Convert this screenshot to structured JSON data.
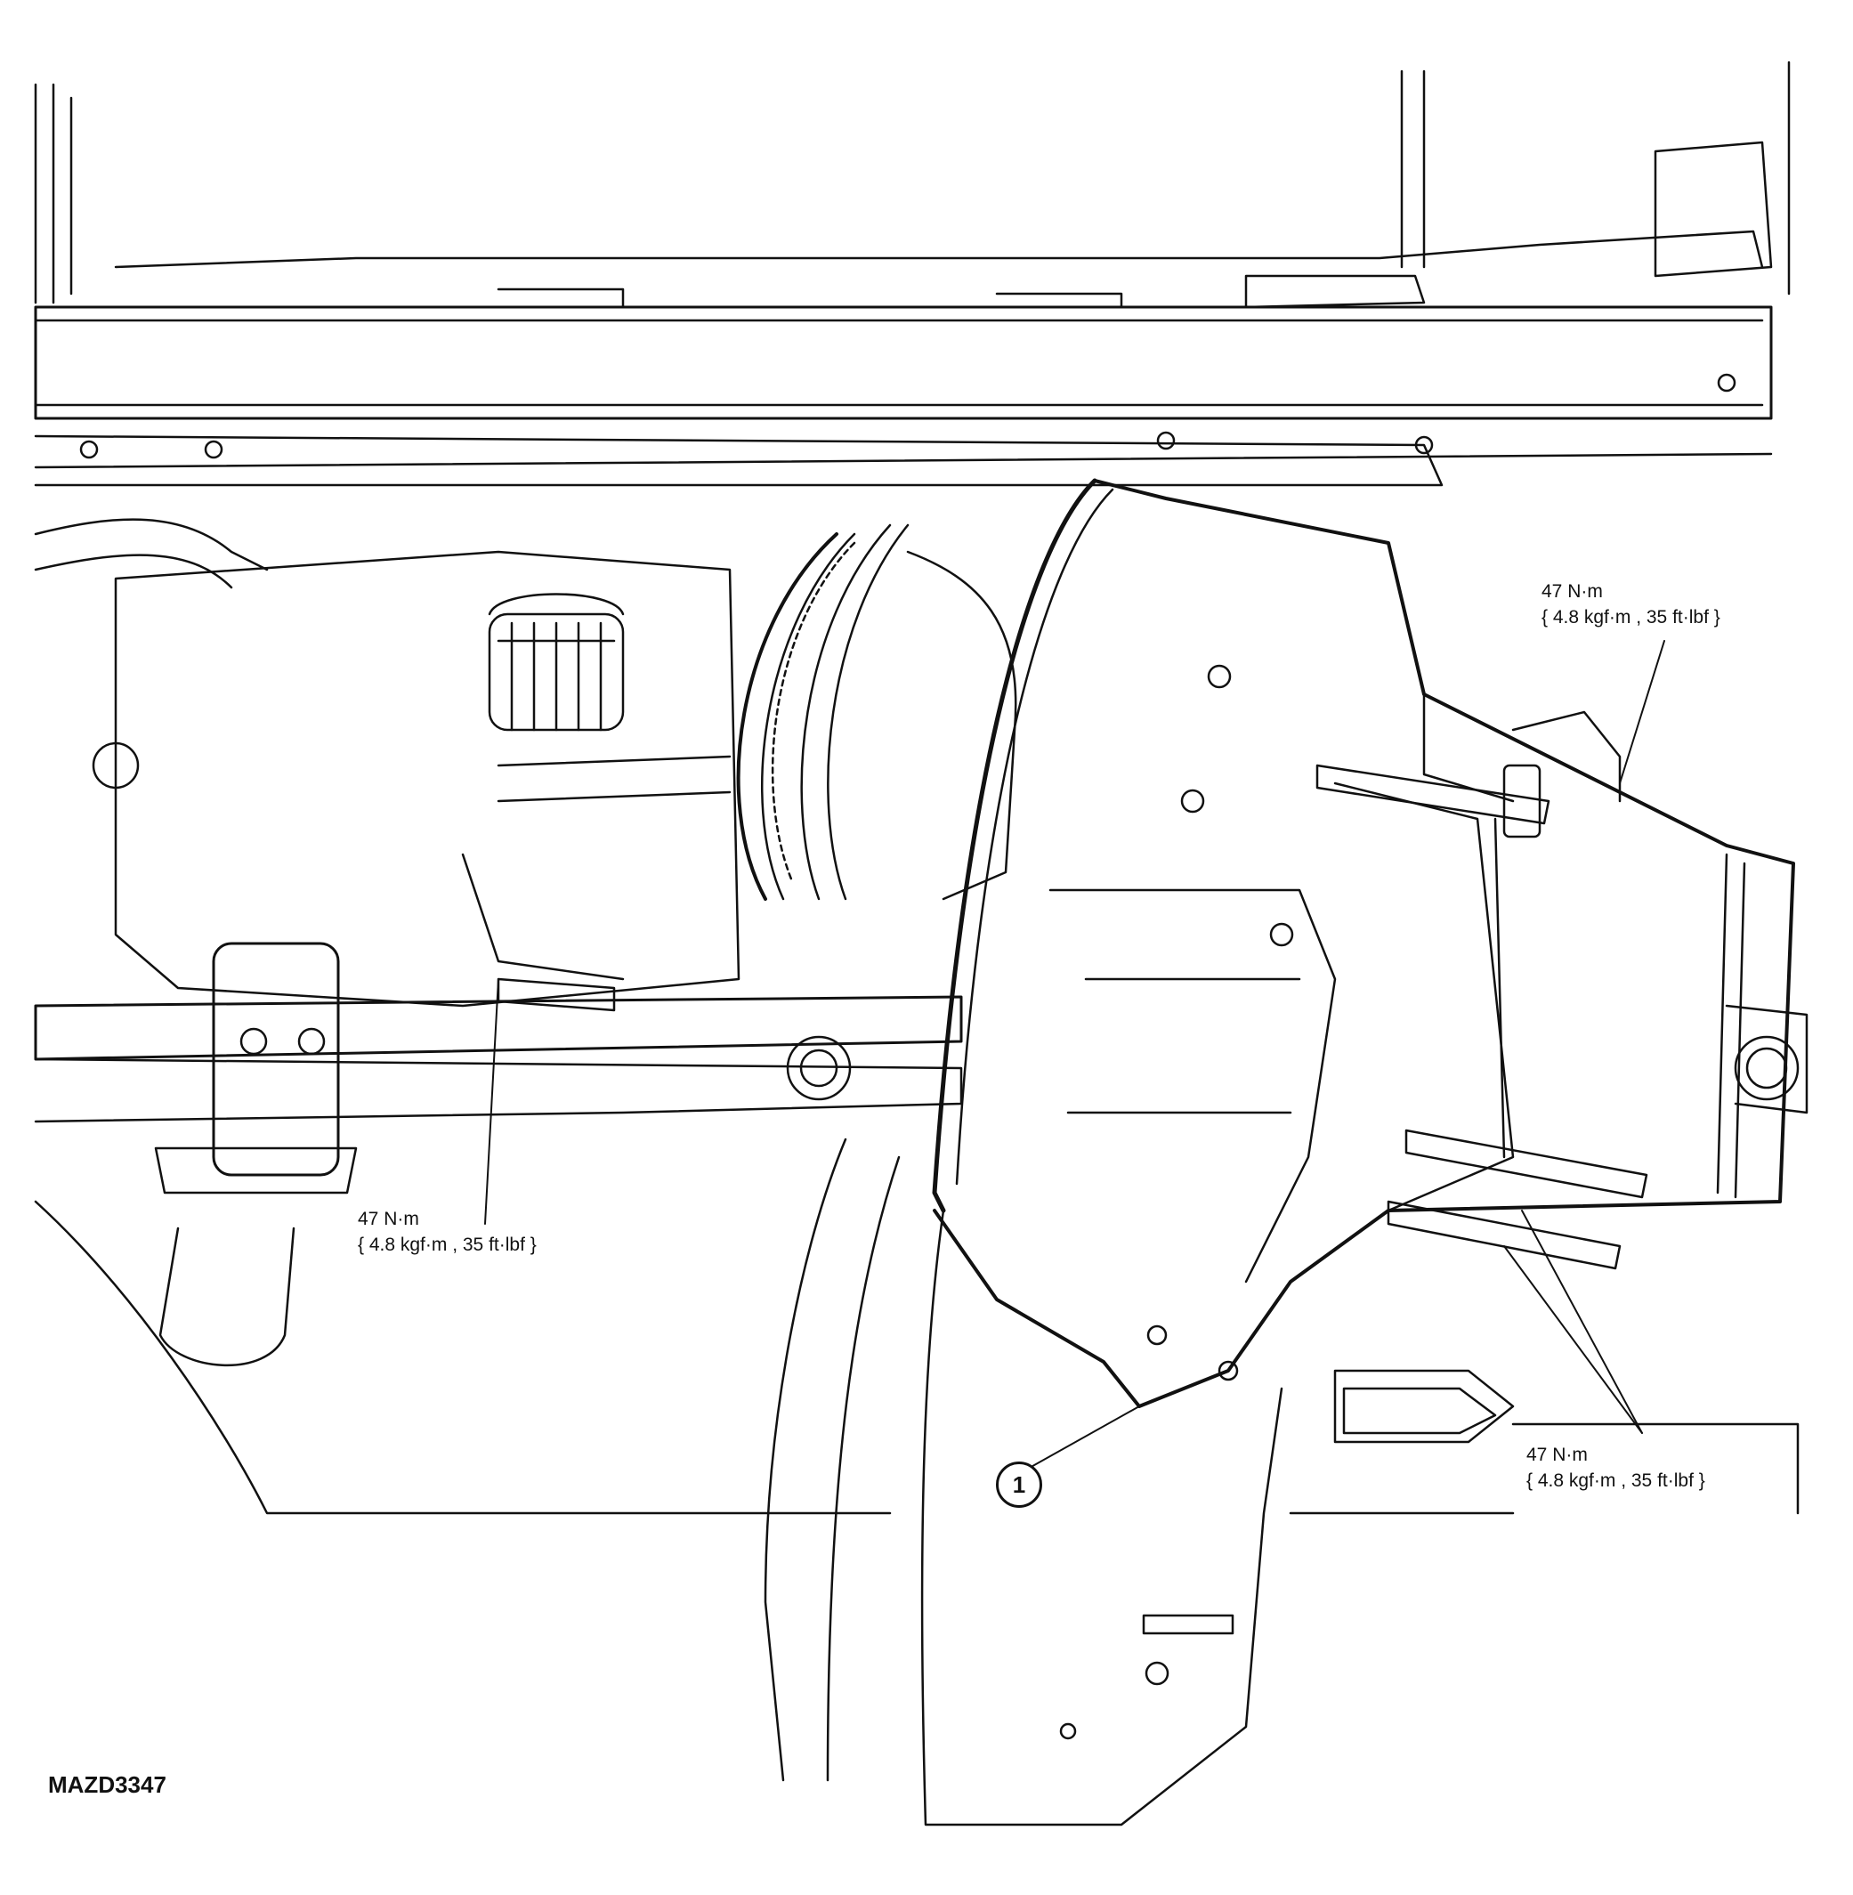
{
  "diagram": {
    "drawing_code": "MAZD3347",
    "callout_number": "1",
    "torque_specs": [
      {
        "value": "47 N·m",
        "alt": "{ 4.8 kgf·m , 35 ft·lbf }"
      },
      {
        "value": "47 N·m",
        "alt": "{ 4.8 kgf·m , 35 ft·lbf }"
      },
      {
        "value": "47 N·m",
        "alt": "{ 4.8 kgf·m , 35 ft·lbf }"
      }
    ]
  }
}
